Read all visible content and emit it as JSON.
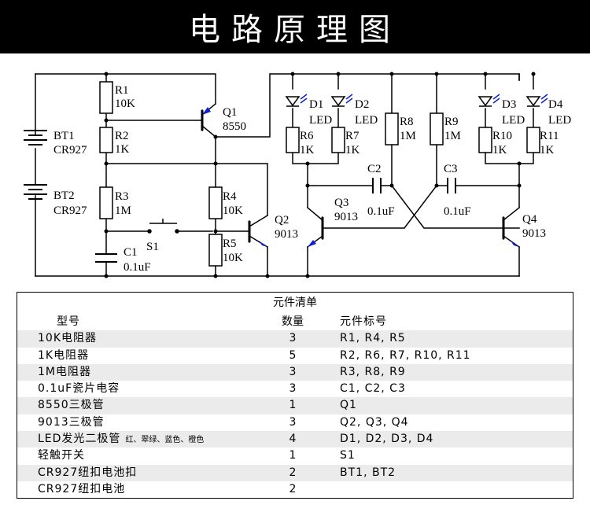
{
  "title": "电路原理图",
  "schematic": {
    "labels": {
      "R1": "R1",
      "R1v": "10K",
      "R2": "R2",
      "R2v": "1K",
      "R3": "R3",
      "R3v": "1M",
      "R4": "R4",
      "R4v": "10K",
      "R5": "R5",
      "R5v": "10K",
      "R6": "R6",
      "R6v": "1K",
      "R7": "R7",
      "R7v": "1K",
      "R8": "R8",
      "R8v": "1M",
      "R9": "R9",
      "R9v": "1M",
      "R10": "R10",
      "R10v": "1K",
      "R11": "R11",
      "R11v": "1K",
      "Q1": "Q1",
      "Q1v": "8550",
      "Q2": "Q2",
      "Q2v": "9013",
      "Q3": "Q3",
      "Q3v": "9013",
      "Q4": "Q4",
      "Q4v": "9013",
      "BT1": "BT1",
      "BT1v": "CR927",
      "BT2": "BT2",
      "BT2v": "CR927",
      "C1": "C1",
      "C1v": "0.1uF",
      "C2": "C2",
      "C2v": "0.1uF",
      "C3": "C3",
      "C3v": "0.1uF",
      "S1": "S1",
      "D1": "D1",
      "D2": "D2",
      "D3": "D3",
      "D4": "D4",
      "LED1": "LED",
      "LED2": "LED",
      "LED3": "LED",
      "LED4": "LED"
    }
  },
  "bom": {
    "caption": "元件清单",
    "headers": {
      "model": "型号",
      "qty": "数量",
      "refs": "元件标号"
    },
    "rows": [
      {
        "model": "10K电阻器",
        "qty": "3",
        "refs": "R1, R4, R5"
      },
      {
        "model": "1K电阻器",
        "qty": "5",
        "refs": "R2, R6, R7, R10, R11"
      },
      {
        "model": "1M电阻器",
        "qty": "3",
        "refs": "R3, R8, R9"
      },
      {
        "model": "0.1uF瓷片电容",
        "qty": "3",
        "refs": "C1, C2, C3"
      },
      {
        "model": "8550三极管",
        "qty": "1",
        "refs": "Q1"
      },
      {
        "model": "9013三极管",
        "qty": "3",
        "refs": "Q2, Q3, Q4"
      },
      {
        "model": "LED发光二极管",
        "note": "红、翠绿、蓝色、橙色",
        "qty": "4",
        "refs": "D1, D2, D3, D4"
      },
      {
        "model": "轻触开关",
        "qty": "1",
        "refs": "S1"
      },
      {
        "model": "CR927纽扣电池扣",
        "qty": "2",
        "refs": "BT1, BT2"
      },
      {
        "model": "CR927纽扣电池",
        "qty": "2",
        "refs": ""
      }
    ]
  }
}
